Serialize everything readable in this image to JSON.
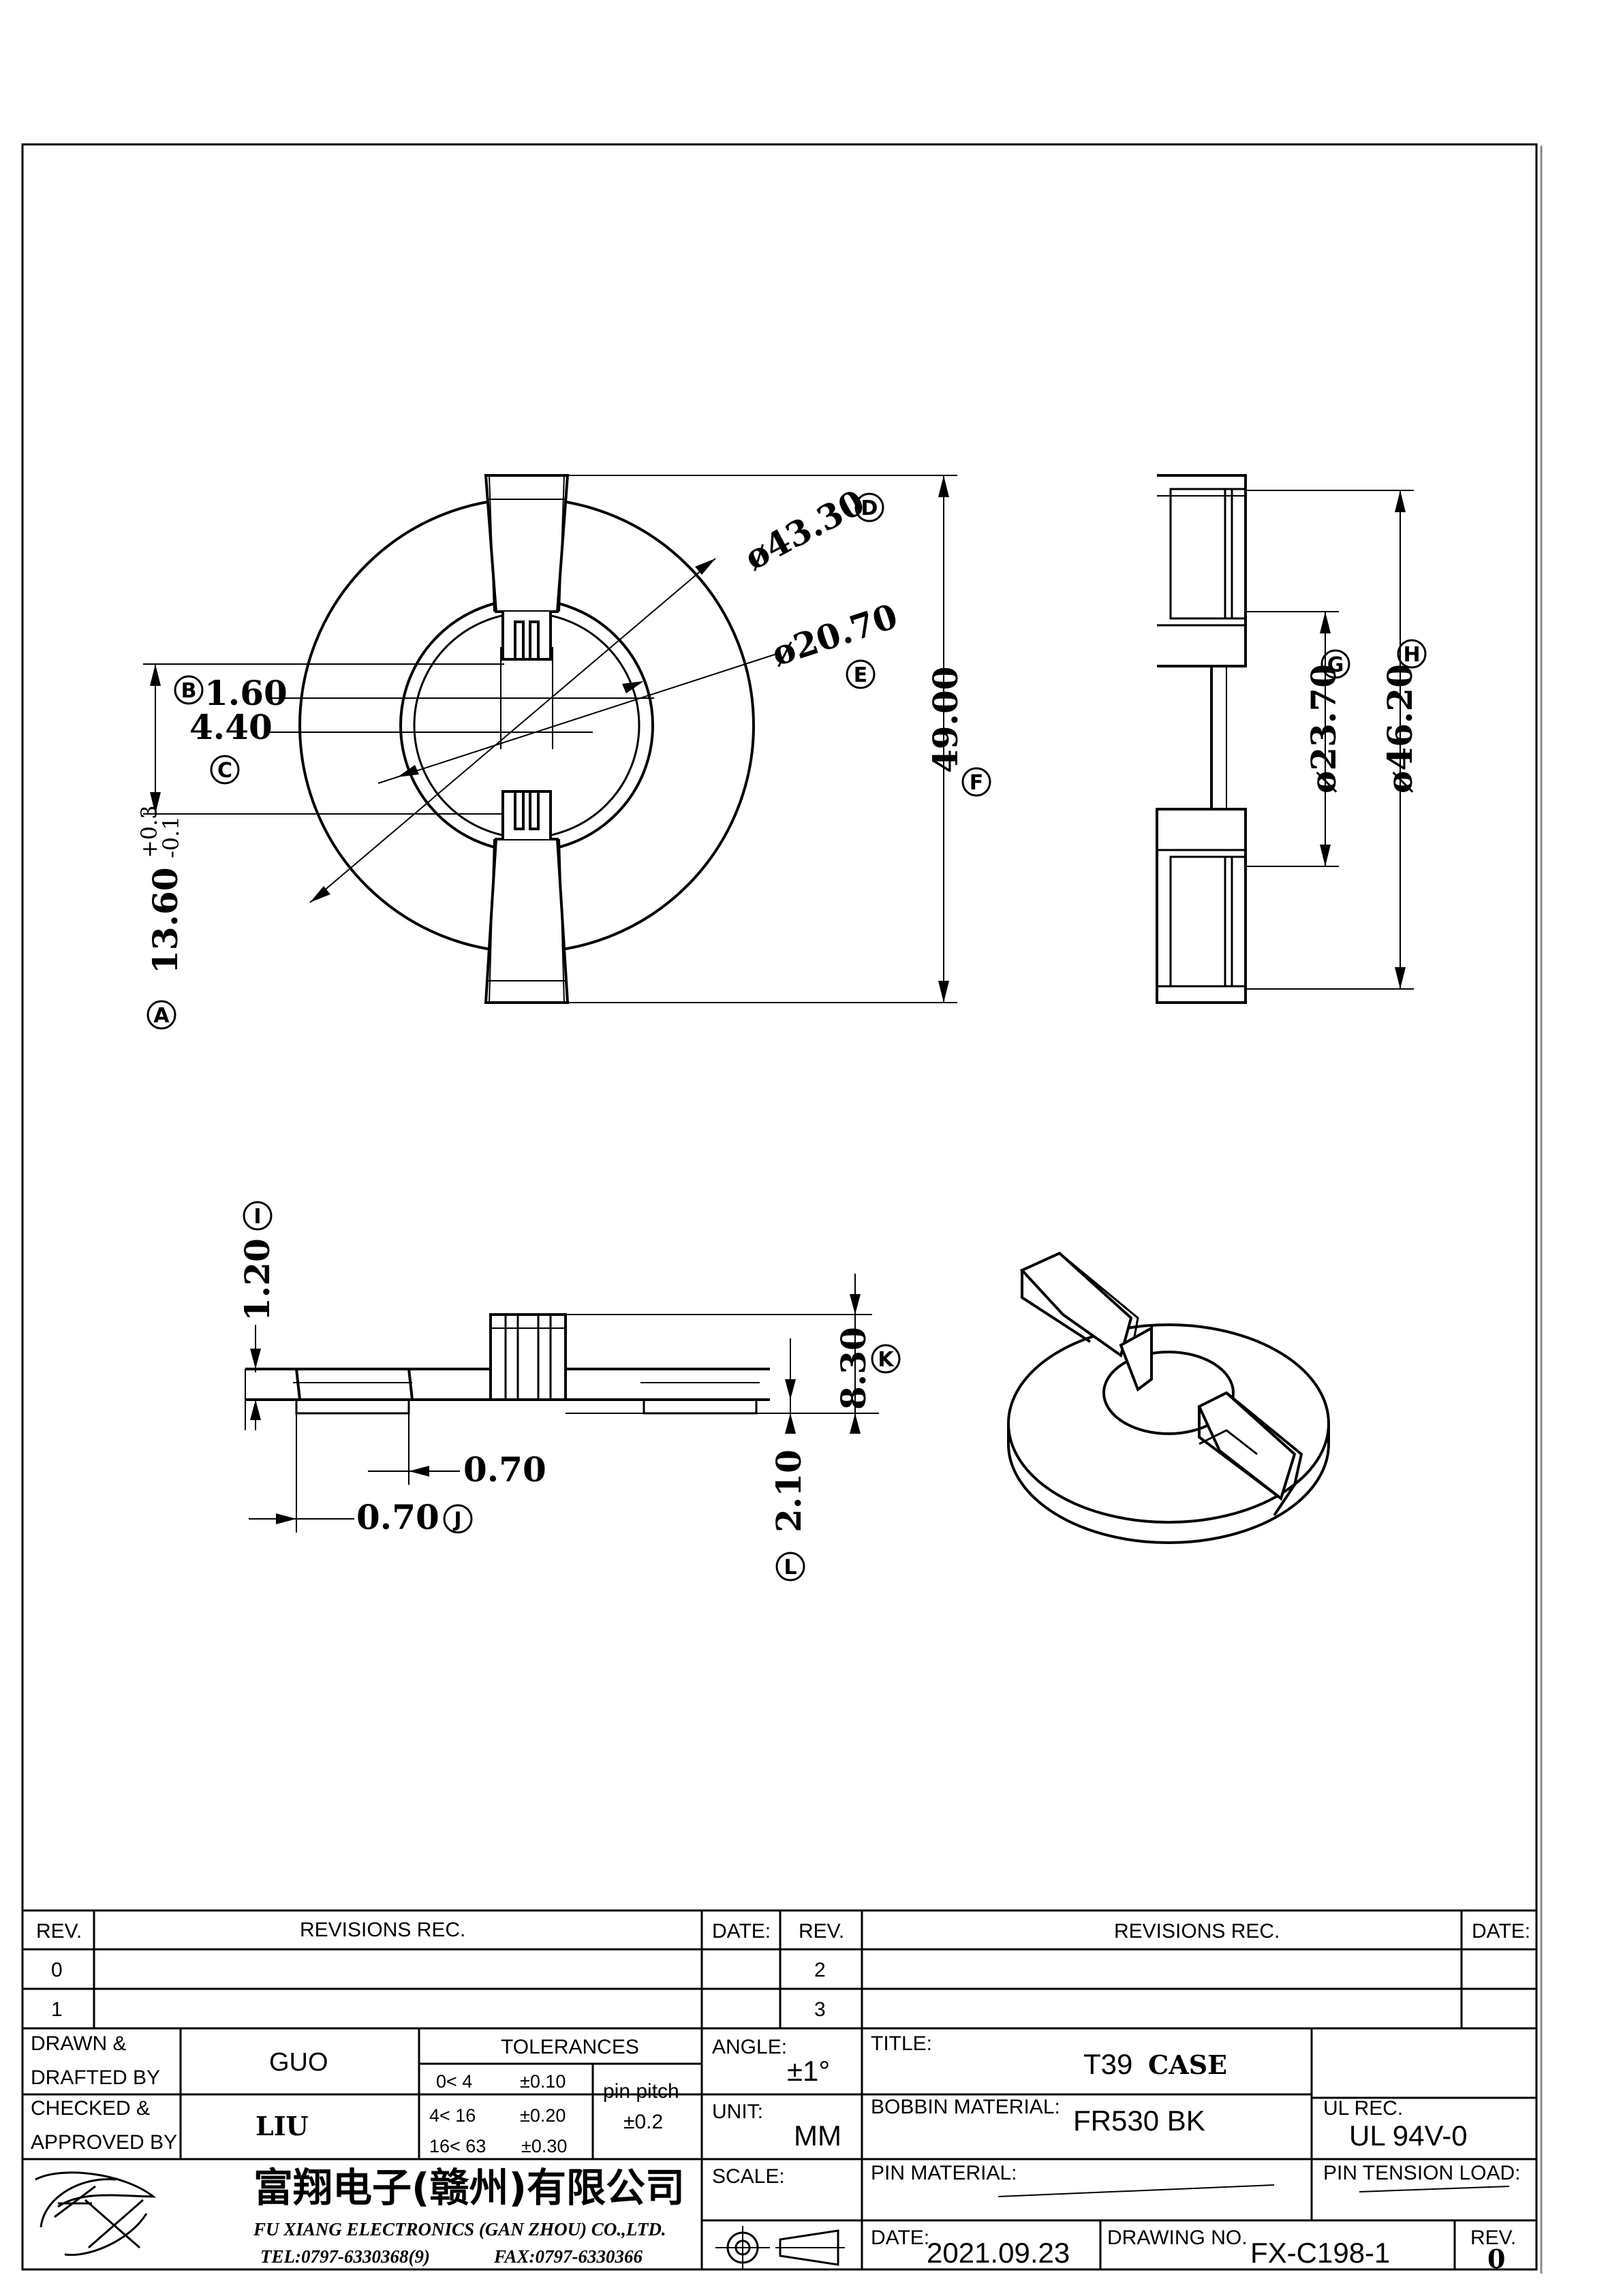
{
  "dimensions": {
    "a": "13.60",
    "a_tol_plus": "+0.3",
    "a_tol_minus": "-0.1",
    "b": "1.60",
    "c": "4.40",
    "d": "ø43.30",
    "e": "ø20.70",
    "f": "49.00",
    "g": "ø23.70",
    "h": "ø46.20",
    "i": "1.20",
    "j": "0.70",
    "j2": "0.70",
    "k": "8.30",
    "l": "2.10"
  },
  "markers": {
    "a": "A",
    "b": "B",
    "c": "C",
    "d": "D",
    "e": "E",
    "f": "F",
    "g": "G",
    "h": "H",
    "i": "I",
    "j": "J",
    "k": "K",
    "l": "L"
  },
  "title_block": {
    "rev_label": "REV.",
    "revisions_label": "REVISIONS   REC.",
    "date_label": "DATE:",
    "rev_rows_left": [
      "0",
      "1"
    ],
    "rev_rows_right": [
      "2",
      "3"
    ],
    "drawn_label_1": "DRAWN  &",
    "drawn_label_2": "DRAFTED  BY",
    "drawn_by": "GUO",
    "checked_label_1": "CHECKED  &",
    "checked_label_2": "APPROVED  BY",
    "checked_by": "LIU",
    "tolerances_label": "TOLERANCES",
    "tol_rows": [
      {
        "range": "0<   4",
        "tol": "±0.10"
      },
      {
        "range": "4<   16",
        "tol": "±0.20"
      },
      {
        "range": "16<   63",
        "tol": "±0.30"
      }
    ],
    "pin_pitch_label": "pin pitch",
    "pin_pitch_value": "±0.2",
    "angle_label": "ANGLE:",
    "angle_value": "±1°",
    "unit_label": "UNIT:",
    "unit_value": "MM",
    "scale_label": "SCALE:",
    "title_label": "TITLE:",
    "title_part1": "T39",
    "title_part2": "CASE",
    "bobbin_label": "BOBBIN  MATERIAL:",
    "bobbin_value": "FR530   BK",
    "ul_label": "UL  REC.",
    "ul_value": "UL  94V-0",
    "pin_material_label": "PIN  MATERIAL:",
    "pin_tension_label": "PIN  TENSION  LOAD:",
    "date_field_label": "DATE:",
    "date_value": "2021.09.23",
    "drawing_no_label": "DRAWING  NO.",
    "drawing_no": "FX-C198-1",
    "rev_value": "0",
    "company_cn": "富翔电子(赣州)有限公司",
    "company_en": "FU  XIANG  ELECTRONICS  (GAN  ZHOU)  CO.,LTD.",
    "tel": "TEL:0797-6330368(9)",
    "fax": "FAX:0797-6330366",
    "logo_text": "FX"
  }
}
